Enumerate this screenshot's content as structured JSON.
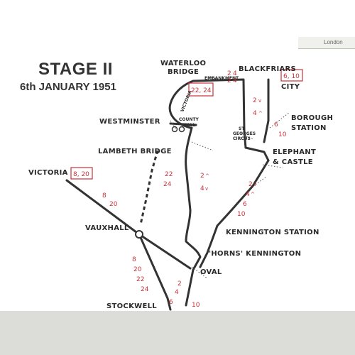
{
  "header": {
    "corner_text": "London"
  },
  "title": {
    "stage": "STAGE II",
    "date": "6th JANUARY 1951"
  },
  "colors": {
    "line": "#333333",
    "route": "#c8323a",
    "box": "#c8323a",
    "dots": "#555555"
  },
  "labels": {
    "waterloo_1": "WATERLOO",
    "waterloo_2": "BRIDGE",
    "embankment": "EMBANKMENT",
    "blackfriars": "BLACKFRIARS",
    "city": "CITY",
    "victoria_embankment": "VICTORIA",
    "county_1": "COUNTY",
    "county_2": "HALL",
    "westminster": "WESTMINSTER",
    "borough_1": "BOROUGH",
    "borough_2": "STATION",
    "st_georges_1": "ST",
    "st_georges_2": "GEORGES",
    "st_georges_3": "CIRCUS",
    "lambeth": "LAMBETH BRIDGE",
    "elephant_1": "ELEPHANT",
    "elephant_2": "& CASTLE",
    "victoria": "VICTORIA",
    "vauxhall": "VAUXHALL",
    "kennington_station": "KENNINGTON STATION",
    "horns": "'HORNS' KENNINGTON",
    "oval": "OVAL",
    "stockwell": "STOCKWELL"
  },
  "boxes": {
    "victoria_emb": "22, 24",
    "city": "6, 10",
    "victoria": "8, 20"
  },
  "routes": {
    "emb_a": "2",
    "emb_b": "4",
    "emb_c": "2",
    "emb_d": "4",
    "city_a": "2",
    "city_b": "4",
    "borough_a": "6",
    "borough_b": "10",
    "lam_a": "22",
    "lam_b": "24",
    "kenrd_a": "2",
    "kenrd_b": "4",
    "elephant_a": "2",
    "elephant_b": "4",
    "elephant_c": "6",
    "elephant_d": "10",
    "vic_a": "8",
    "vic_b": "20",
    "vaux_a": "8",
    "vaux_b": "20",
    "vaux_c": "22",
    "vaux_d": "24",
    "oval_a": "2",
    "oval_b": "4",
    "oval_c": "6",
    "oval_d": "10"
  }
}
